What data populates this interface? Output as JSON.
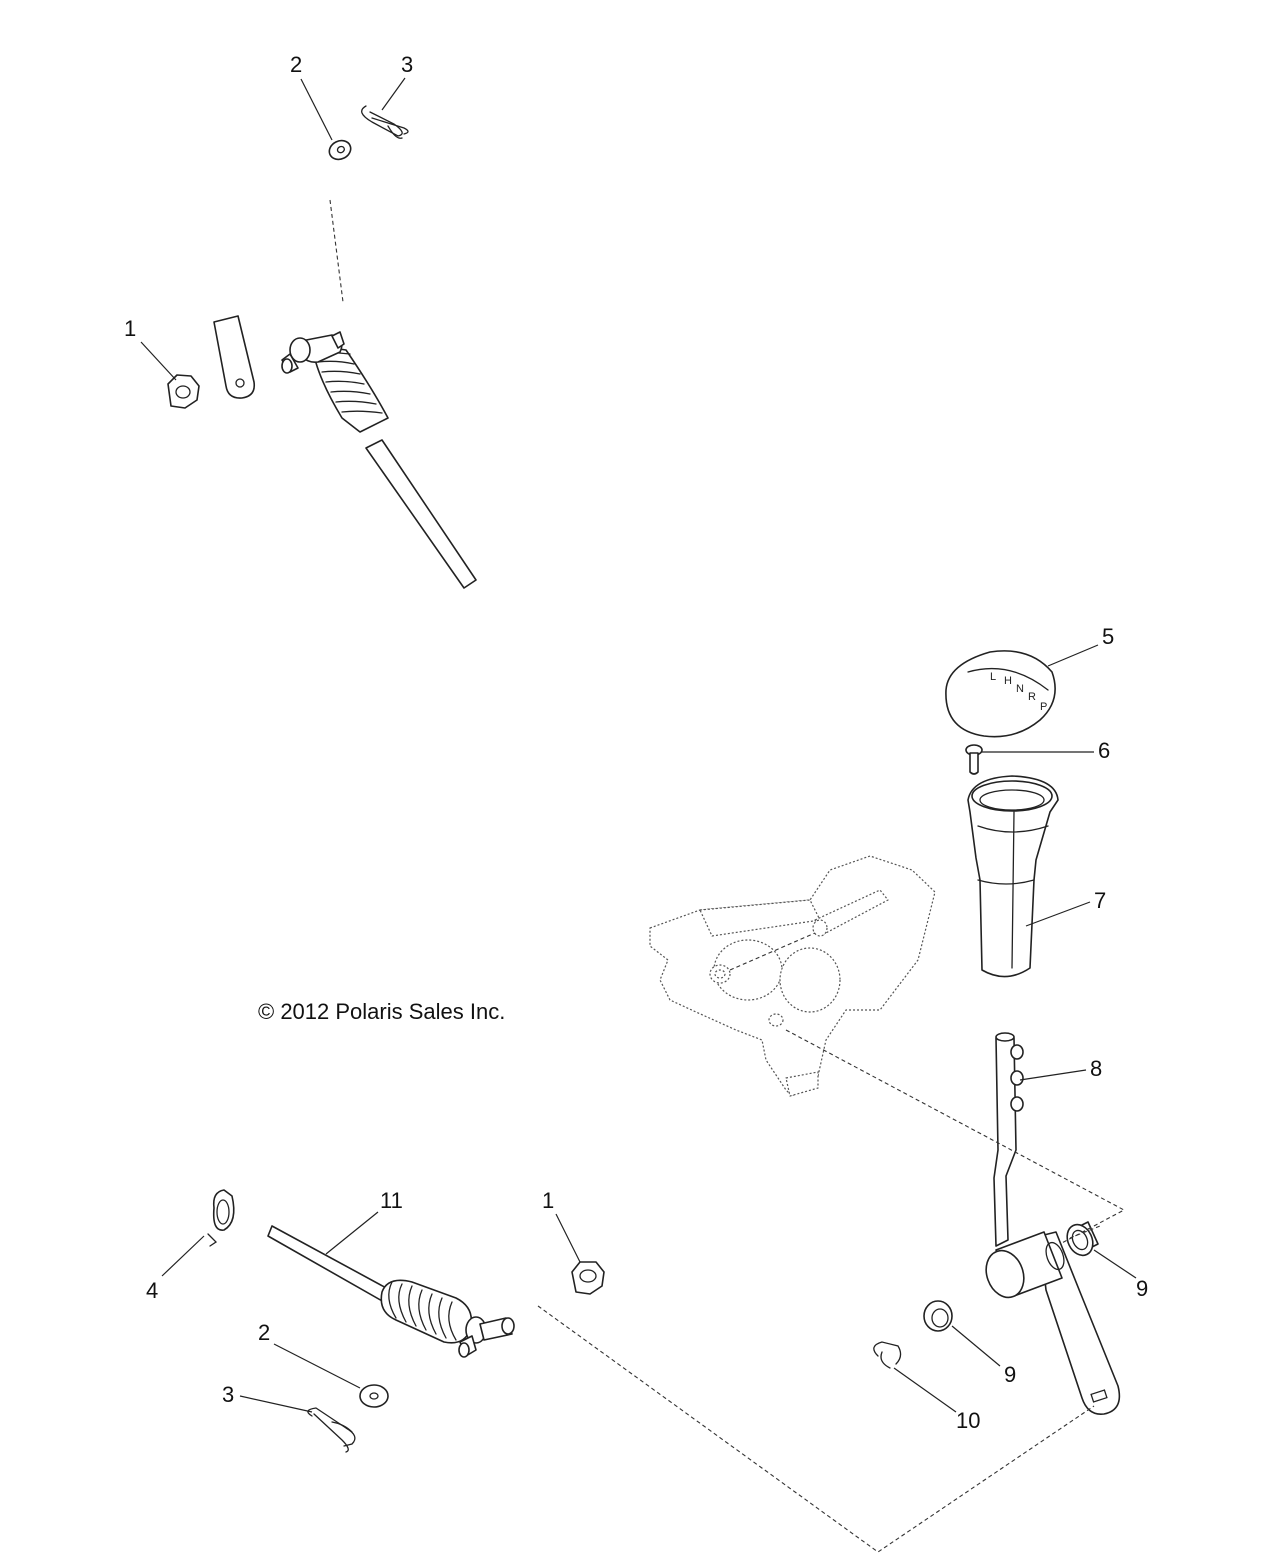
{
  "copyright": "© 2012 Polaris Sales Inc.",
  "callouts": [
    {
      "id": "c-1-top",
      "label": "1"
    },
    {
      "id": "c-2-top",
      "label": "2"
    },
    {
      "id": "c-3-top",
      "label": "3"
    },
    {
      "id": "c-5",
      "label": "5"
    },
    {
      "id": "c-6",
      "label": "6"
    },
    {
      "id": "c-7",
      "label": "7"
    },
    {
      "id": "c-8",
      "label": "8"
    },
    {
      "id": "c-9-right",
      "label": "9"
    },
    {
      "id": "c-9-lower",
      "label": "9"
    },
    {
      "id": "c-10",
      "label": "10"
    },
    {
      "id": "c-11",
      "label": "11"
    },
    {
      "id": "c-1-bottom",
      "label": "1"
    },
    {
      "id": "c-4",
      "label": "4"
    },
    {
      "id": "c-2-bottom",
      "label": "2"
    },
    {
      "id": "c-3-bottom",
      "label": "3"
    }
  ],
  "shift_knob": {
    "gear_letters": [
      "L",
      "H",
      "N",
      "R",
      "P"
    ]
  },
  "icons": {
    "nut": "hex-nut-icon",
    "washer": "flat-washer-icon",
    "pin": "hairpin-clip-icon",
    "knob": "shift-knob-icon",
    "screw": "screw-icon",
    "boot": "shift-boot-icon",
    "lever": "shift-lever-icon",
    "bushing": "bushing-icon",
    "eclip": "e-clip-icon",
    "cable": "shift-cable-icon",
    "clamp": "cable-clamp-icon"
  }
}
